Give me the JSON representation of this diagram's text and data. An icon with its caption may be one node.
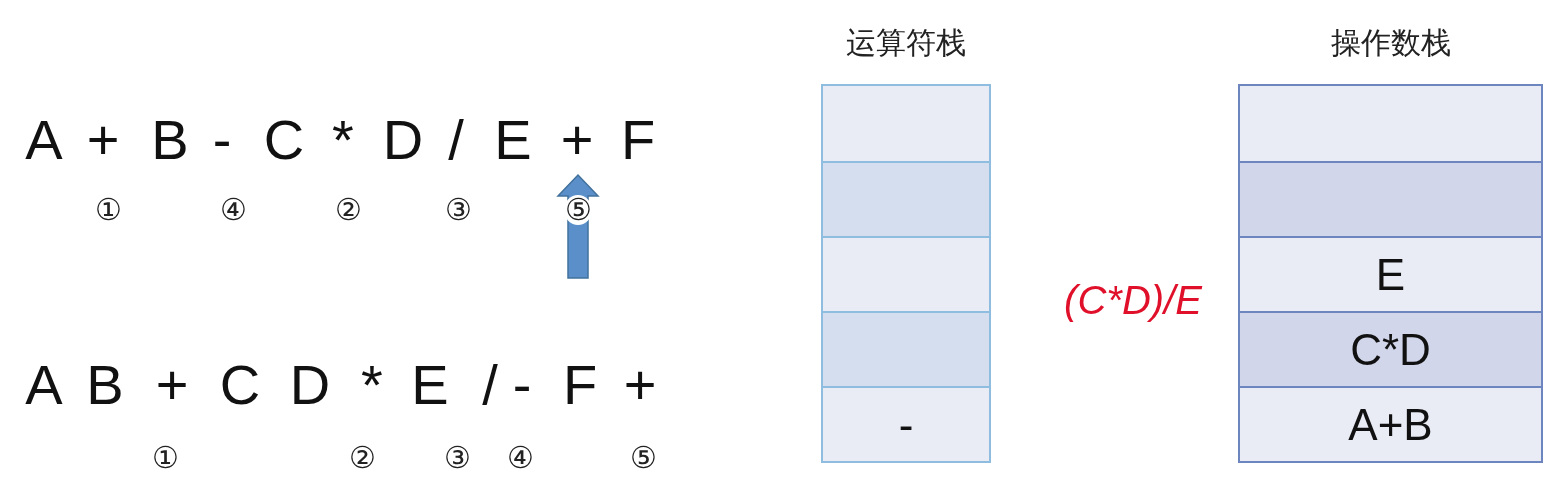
{
  "diagram": {
    "nodes": [
      {
        "text": [
          "运算符栈"
        ]
      },
      {
        "text": [],
        "shape": "box",
        "in": 0
      },
      {
        "text": [],
        "shape": "box",
        "in": 0
      },
      {
        "text": [],
        "shape": "box",
        "in": 0
      },
      {
        "text": [],
        "shape": "box",
        "in": 0
      },
      {
        "text": [
          "-"
        ],
        "in": 0
      },
      {
        "text": [
          "操作数栈"
        ]
      },
      {
        "text": [],
        "shape": "box",
        "in": 6
      },
      {
        "text": [],
        "shape": "box",
        "in": 6
      },
      {
        "text": [
          "E"
        ],
        "in": 6
      },
      {
        "text": [
          "C*D"
        ],
        "in": 6
      },
      {
        "text": [
          "A+B"
        ],
        "in": 6
      }
    ],
    "labels": [
      "A",
      "+",
      "B",
      "-",
      "C",
      "*",
      "D",
      "/",
      "E",
      "+",
      "F",
      "①",
      "④",
      "②",
      "③",
      "⑤",
      "A",
      "B",
      "+",
      "C",
      "D",
      "*",
      "E",
      "/",
      "-",
      "F",
      "+",
      "①",
      "②",
      "③",
      "④",
      "⑤",
      "(C*D)/E"
    ]
  }
}
